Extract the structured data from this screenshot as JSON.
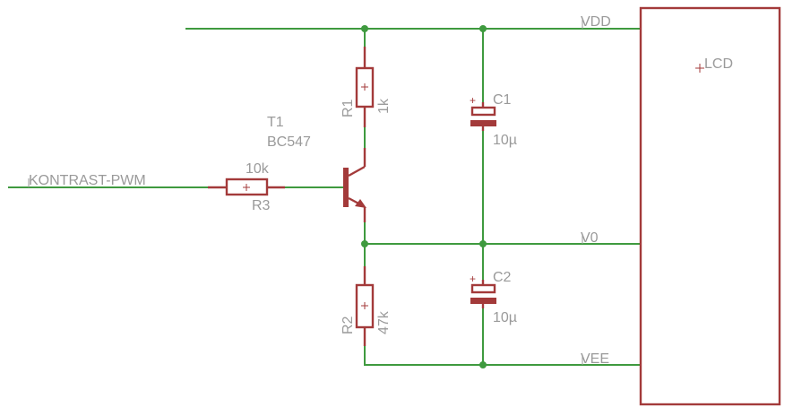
{
  "nets": {
    "vdd": "VDD",
    "v0": "V0",
    "vee": "VEE",
    "kontrast": "KONTRAST-PWM"
  },
  "components": {
    "lcd": {
      "name": "LCD"
    },
    "r1": {
      "name": "R1",
      "value": "1k"
    },
    "r2": {
      "name": "R2",
      "value": "47k"
    },
    "r3": {
      "name": "R3",
      "value": "10k"
    },
    "c1": {
      "name": "C1",
      "value": "10µ"
    },
    "c2": {
      "name": "C2",
      "value": "10µ"
    },
    "t1": {
      "name": "T1",
      "value": "BC547"
    }
  },
  "colors": {
    "wire": "#3f9a3f",
    "part": "#a33a3a",
    "label": "#9a9a9a"
  }
}
